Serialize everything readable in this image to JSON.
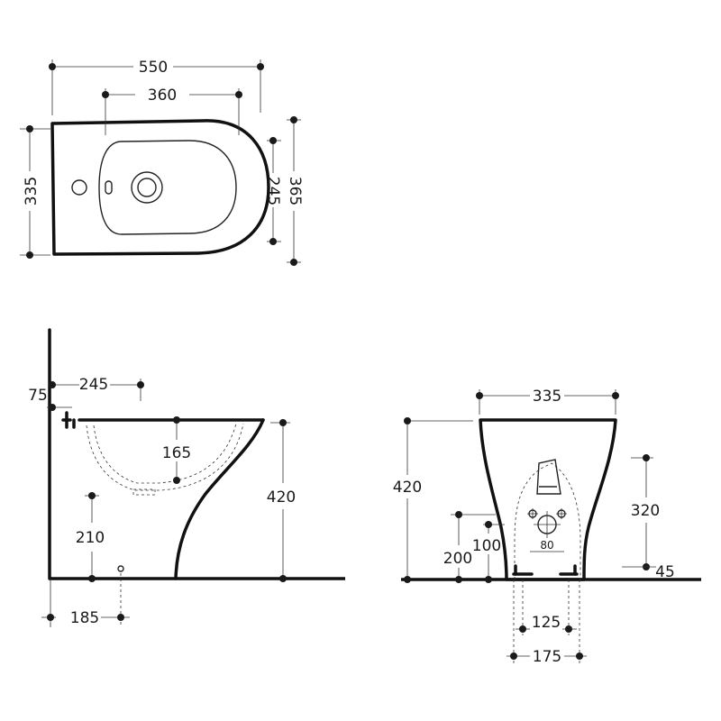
{
  "top_view": {
    "dim_overall_length": "550",
    "dim_bowl_length": "360",
    "dim_width": "335",
    "dim_bowl_width": "245",
    "dim_total_width": "365"
  },
  "side_view": {
    "dim_offset_top": "75",
    "dim_tap_distance": "245",
    "dim_bowl_depth": "165",
    "dim_height": "420",
    "dim_inlet_height": "210",
    "dim_inlet_distance": "185"
  },
  "front_view": {
    "dim_top_width": "335",
    "dim_height": "420",
    "dim_outlet_top": "320",
    "dim_outlet_base": "45",
    "dim_left_200": "200",
    "dim_left_100": "100",
    "dim_outlet_diameter": "80",
    "dim_fixing_inner": "125",
    "dim_fixing_outer": "175"
  }
}
